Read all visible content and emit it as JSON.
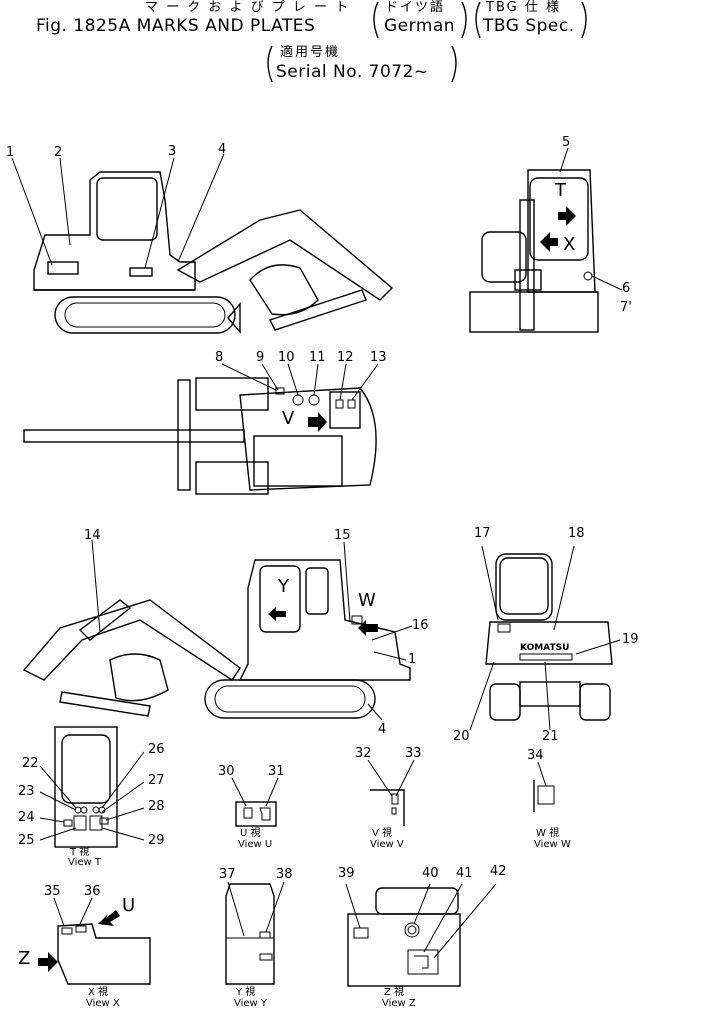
{
  "header": {
    "jp_line": "マ ー ク  お よ び  プ レ ー ト",
    "title": "Fig. 1825A MARKS AND PLATES",
    "paren_jp_1": "ドイツ語",
    "paren_en_1": "German",
    "paren_jp_2": "TBG 仕 様",
    "paren_en_2": "TBG Spec.",
    "serial_jp": "適用号機",
    "serial_en": "Serial No. 7072~"
  },
  "callouts": [
    "1",
    "2",
    "3",
    "4",
    "5",
    "6",
    "7'",
    "8",
    "9",
    "10",
    "11",
    "12",
    "13",
    "14",
    "15",
    "16",
    "1",
    "4",
    "17",
    "18",
    "19",
    "20",
    "21",
    "22",
    "23",
    "24",
    "25",
    "26",
    "27",
    "28",
    "29",
    "30",
    "31",
    "32",
    "33",
    "34",
    "35",
    "36",
    "37",
    "38",
    "39",
    "40",
    "41",
    "42"
  ],
  "view_letters": {
    "T": "T",
    "X1": "X",
    "V": "V",
    "Y": "Y",
    "W": "W",
    "U": "U",
    "Z": "Z"
  },
  "komatsu_label": "KOMATSU",
  "view_captions": {
    "t_jp": "T  視",
    "t": "View  T",
    "u_jp": "U  視",
    "u": "View  U",
    "v_jp": "V  視",
    "v": "View  V",
    "w_jp": "W  視",
    "w": "View  W",
    "x_jp": "X  視",
    "x": "View  X",
    "y_jp": "Y  視",
    "y": "View  Y",
    "z_jp": "Z  視",
    "z": "View  Z"
  }
}
